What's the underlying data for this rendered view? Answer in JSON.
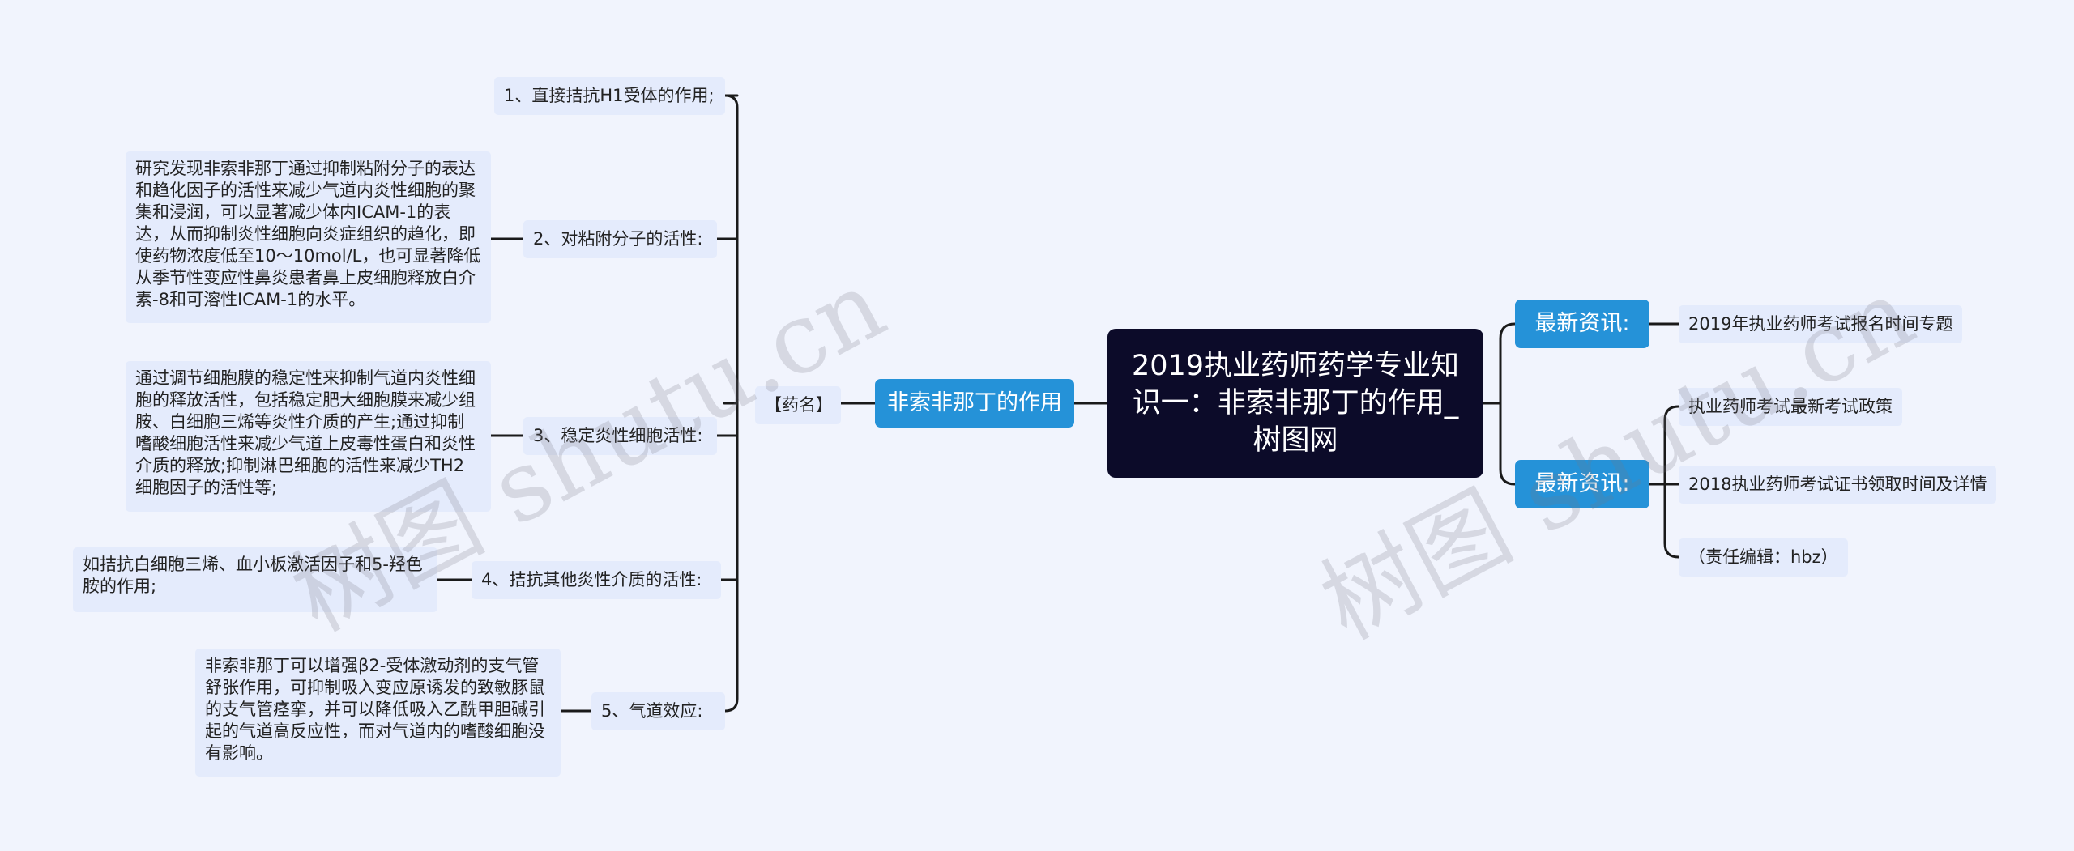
{
  "root": "2019执业药师药学专业知识一：非索非那丁的作用_树图网",
  "left": {
    "main": "非索非那丁的作用",
    "drug_label": "【药名】",
    "items": [
      {
        "label": "1、直接拮抗H1受体的作用;"
      },
      {
        "label": "2、对粘附分子的活性:",
        "detail": "研究发现非索非那丁通过抑制粘附分子的表达和趋化因子的活性来减少气道内炎性细胞的聚集和浸润，可以显著减少体内ICAM-1的表达，从而抑制炎性细胞向炎症组织的趋化，即使药物浓度低至10～10mol/L，也可显著降低从季节性变应性鼻炎患者鼻上皮细胞释放白介素-8和可溶性ICAM-1的水平。"
      },
      {
        "label": "3、稳定炎性细胞活性:",
        "detail": "通过调节细胞膜的稳定性来抑制气道内炎性细胞的释放活性，包括稳定肥大细胞膜来减少组胺、白细胞三烯等炎性介质的产生;通过抑制嗜酸细胞活性来减少气道上皮毒性蛋白和炎性介质的释放;抑制淋巴细胞的活性来减少TH2细胞因子的活性等;"
      },
      {
        "label": "4、拮抗其他炎性介质的活性:",
        "detail": "如拮抗白细胞三烯、血小板激活因子和5-羟色胺的作用;"
      },
      {
        "label": "5、气道效应:",
        "detail": "非索非那丁可以增强β2-受体激动剂的支气管舒张作用，可抑制吸入变应原诱发的致敏豚鼠的支气管痉挛，并可以降低吸入乙酰甲胆碱引起的气道高反应性，而对气道内的嗜酸细胞没有影响。"
      }
    ]
  },
  "right": [
    {
      "label": "最新资讯:",
      "children": [
        "2019年执业药师考试报名时间专题"
      ]
    },
    {
      "label": "最新资讯:",
      "children": [
        "执业药师考试最新考试政策",
        "2018执业药师考试证书领取时间及详情",
        "（责任编辑：hbz）"
      ]
    }
  ],
  "watermark": "树图 shutu.cn",
  "colors": {
    "root_bg": "#0c0b29",
    "branch_bg": "#2592d8",
    "leaf_bg": "#e4ebfc",
    "line": "#1a1a1a",
    "background": "#f1f4fd"
  }
}
